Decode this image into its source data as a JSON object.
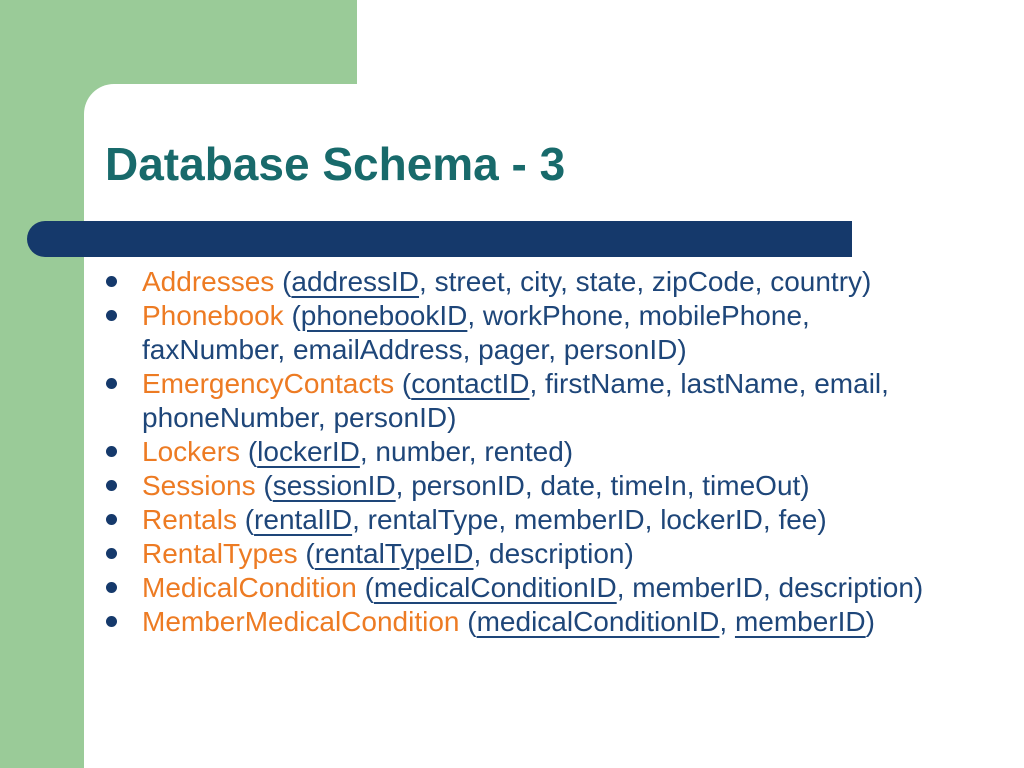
{
  "colors": {
    "background": "#FFFFFF",
    "green": "#9ACB98",
    "bar_navy": "#15396B",
    "text_navy": "#1E4679",
    "orange": "#ED7B23",
    "title_teal": "#186A6B"
  },
  "slide": {
    "title": "Database Schema - 3",
    "bullets": [
      {
        "table": "Addresses",
        "args": [
          {
            "t": " (",
            "u": false
          },
          {
            "t": "addressID",
            "u": true
          },
          {
            "t": ", street, city, state, zipCode, country)",
            "u": false
          }
        ]
      },
      {
        "table": "Phonebook",
        "args": [
          {
            "t": " (",
            "u": false
          },
          {
            "t": "phonebookID",
            "u": true
          },
          {
            "t": ", workPhone, mobilePhone,",
            "u": false
          },
          {
            "br": true
          },
          {
            "t": "faxNumber, emailAddress, pager, personID)",
            "u": false
          }
        ]
      },
      {
        "table": "EmergencyContacts",
        "args": [
          {
            "t": " (",
            "u": false
          },
          {
            "t": "contactID",
            "u": true
          },
          {
            "t": ", firstName, lastName, email,",
            "u": false
          },
          {
            "br": true
          },
          {
            "t": "phoneNumber, personID)",
            "u": false
          }
        ]
      },
      {
        "table": "Lockers",
        "args": [
          {
            "t": " (",
            "u": false
          },
          {
            "t": "lockerID",
            "u": true
          },
          {
            "t": ", number, rented)",
            "u": false
          }
        ]
      },
      {
        "table": "Sessions",
        "args": [
          {
            "t": " (",
            "u": false
          },
          {
            "t": "sessionID",
            "u": true
          },
          {
            "t": ", personID, date, timeIn, timeOut)",
            "u": false
          }
        ]
      },
      {
        "table": "Rentals",
        "args": [
          {
            "t": " (",
            "u": false
          },
          {
            "t": "rentalID",
            "u": true
          },
          {
            "t": ", rentalType, memberID, lockerID, fee)",
            "u": false
          }
        ]
      },
      {
        "table": "RentalTypes",
        "args": [
          {
            "t": " (",
            "u": false
          },
          {
            "t": "rentalTypeID",
            "u": true
          },
          {
            "t": ", description)",
            "u": false
          }
        ]
      },
      {
        "table": "MedicalCondition",
        "args": [
          {
            "t": " (",
            "u": false
          },
          {
            "t": "medicalConditionID",
            "u": true
          },
          {
            "t": ", memberID, description)",
            "u": false
          }
        ]
      },
      {
        "table": "MemberMedicalCondition",
        "args": [
          {
            "t": " (",
            "u": false
          },
          {
            "t": "medicalConditionID",
            "u": true
          },
          {
            "t": ", ",
            "u": false
          },
          {
            "t": "memberID",
            "u": true
          },
          {
            "t": ")",
            "u": false
          }
        ]
      }
    ]
  }
}
